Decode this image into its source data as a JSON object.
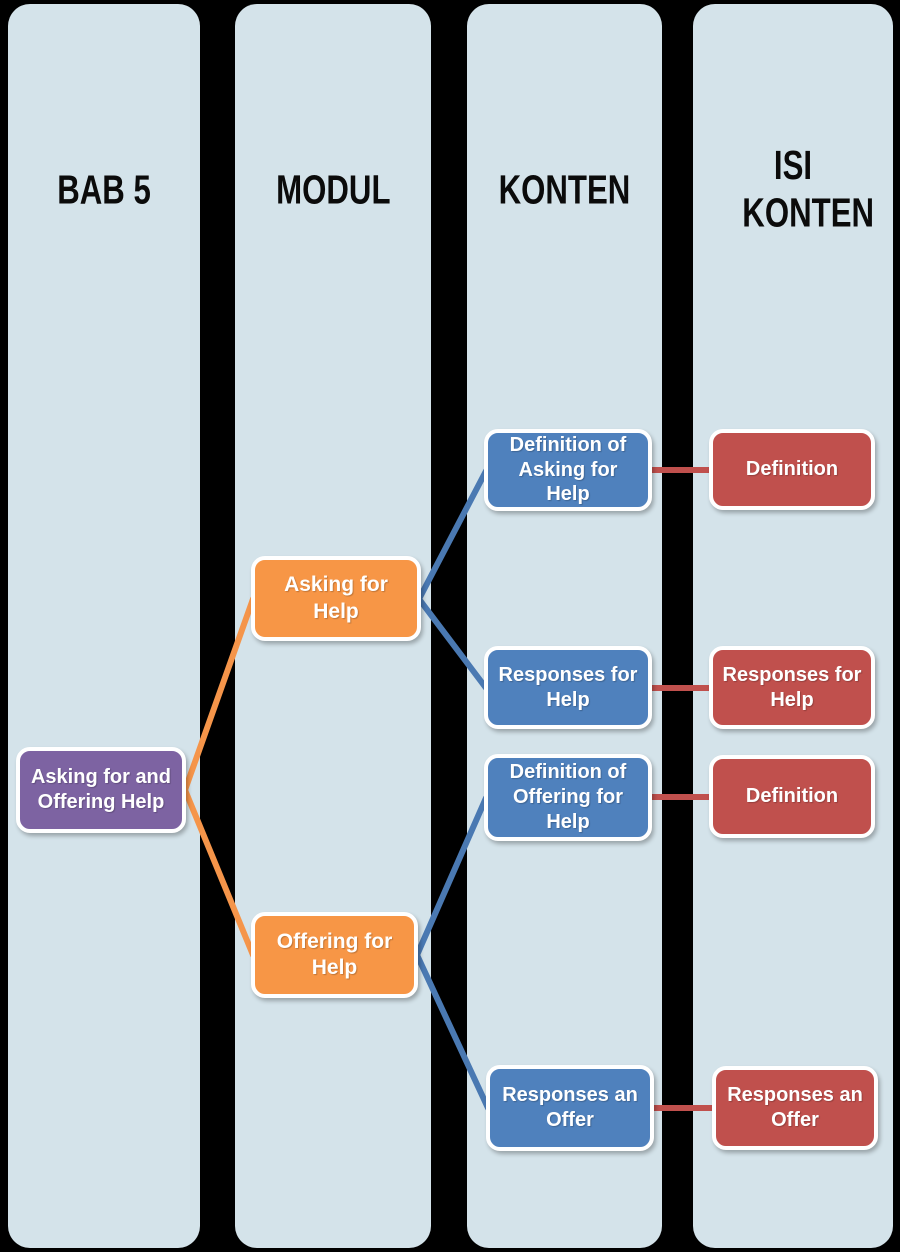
{
  "columns": [
    {
      "header": "BAB 5"
    },
    {
      "header": "MODUL"
    },
    {
      "header": "KONTEN"
    },
    {
      "header": "ISI KONTEN"
    }
  ],
  "nodes": {
    "chapter": {
      "label": "Asking for and Offering Help"
    },
    "modul_asking": {
      "label": "Asking for Help"
    },
    "modul_offering": {
      "label": "Offering for Help"
    },
    "konten_def_asking": {
      "label": "Definition of Asking for Help"
    },
    "konten_responses_help": {
      "label": "Responses for Help"
    },
    "konten_def_offering": {
      "label": "Definition of Offering for Help"
    },
    "konten_responses_offer": {
      "label": "Responses an Offer"
    },
    "isi_def_asking": {
      "label": "Definition"
    },
    "isi_responses_help": {
      "label": "Responses for Help"
    },
    "isi_def_offering": {
      "label": "Definition"
    },
    "isi_responses_offer": {
      "label": "Responses an Offer"
    }
  },
  "colors": {
    "background": "#000000",
    "column_bg": "#d4e3ea",
    "chapter_node": "#7d63a2",
    "modul_node": "#f79646",
    "konten_node": "#4f81bd",
    "isi_node": "#c0504d",
    "node_border": "#ffffff",
    "connector_orange": "#f5954a",
    "connector_blue": "#4a79b2",
    "connector_red": "#c0504d"
  }
}
